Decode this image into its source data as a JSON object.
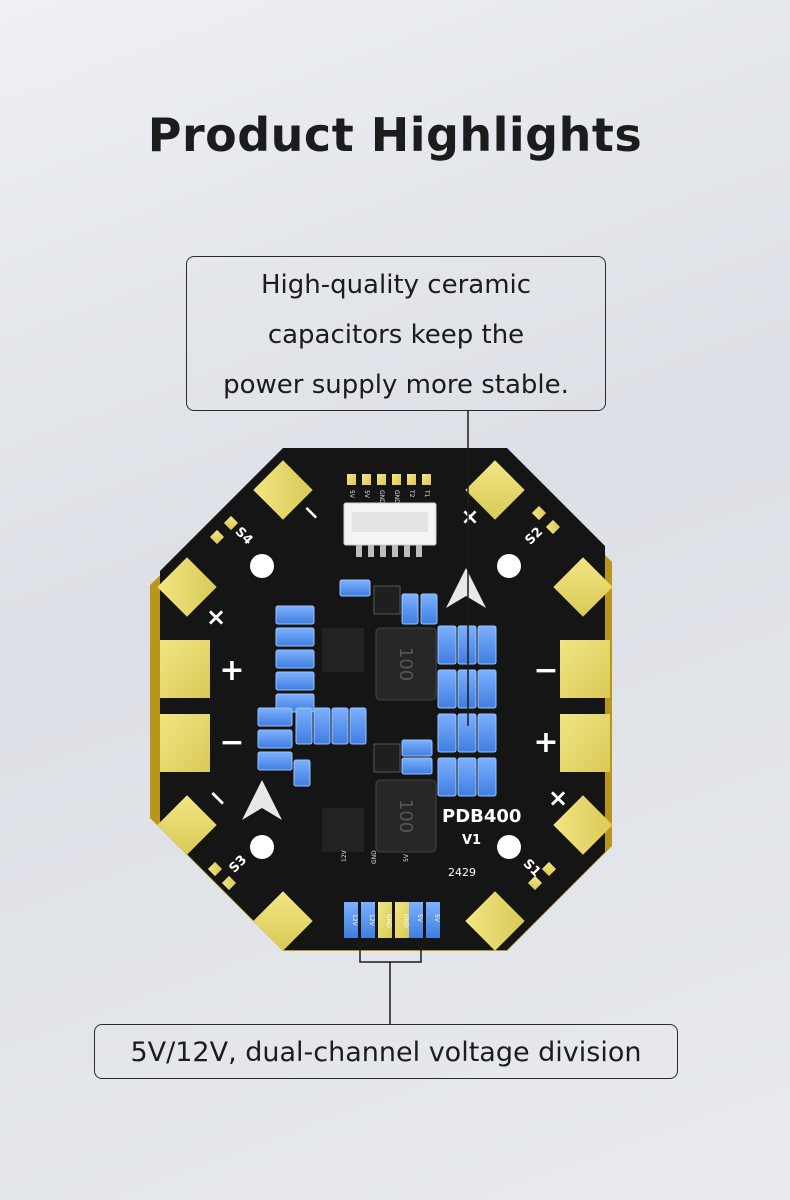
{
  "page": {
    "title": "Product Highlights"
  },
  "callouts": {
    "top": {
      "lines": [
        "High-quality ceramic",
        "capacitors keep the",
        "power supply more stable."
      ]
    },
    "bottom": {
      "text": "5V/12V, dual-channel voltage division"
    }
  },
  "board": {
    "model": "PDB400",
    "version": "V1",
    "date_code": "2429",
    "inductor_marking": "100",
    "motor_labels": [
      "S1",
      "S2",
      "S3",
      "S4"
    ],
    "top_pins": [
      "5V",
      "5V",
      "GND",
      "GND",
      "T2",
      "T1"
    ],
    "bottom_pins": [
      "12V",
      "12V",
      "GND",
      "GND",
      "5V",
      "5V"
    ],
    "polarity": {
      "plus": "+",
      "minus": "−",
      "cross": "×"
    }
  },
  "colors": {
    "pcb": "#161616",
    "pad": "#eadc6c",
    "capacitor": "#4f8ff0",
    "edge": "#c8a422"
  }
}
